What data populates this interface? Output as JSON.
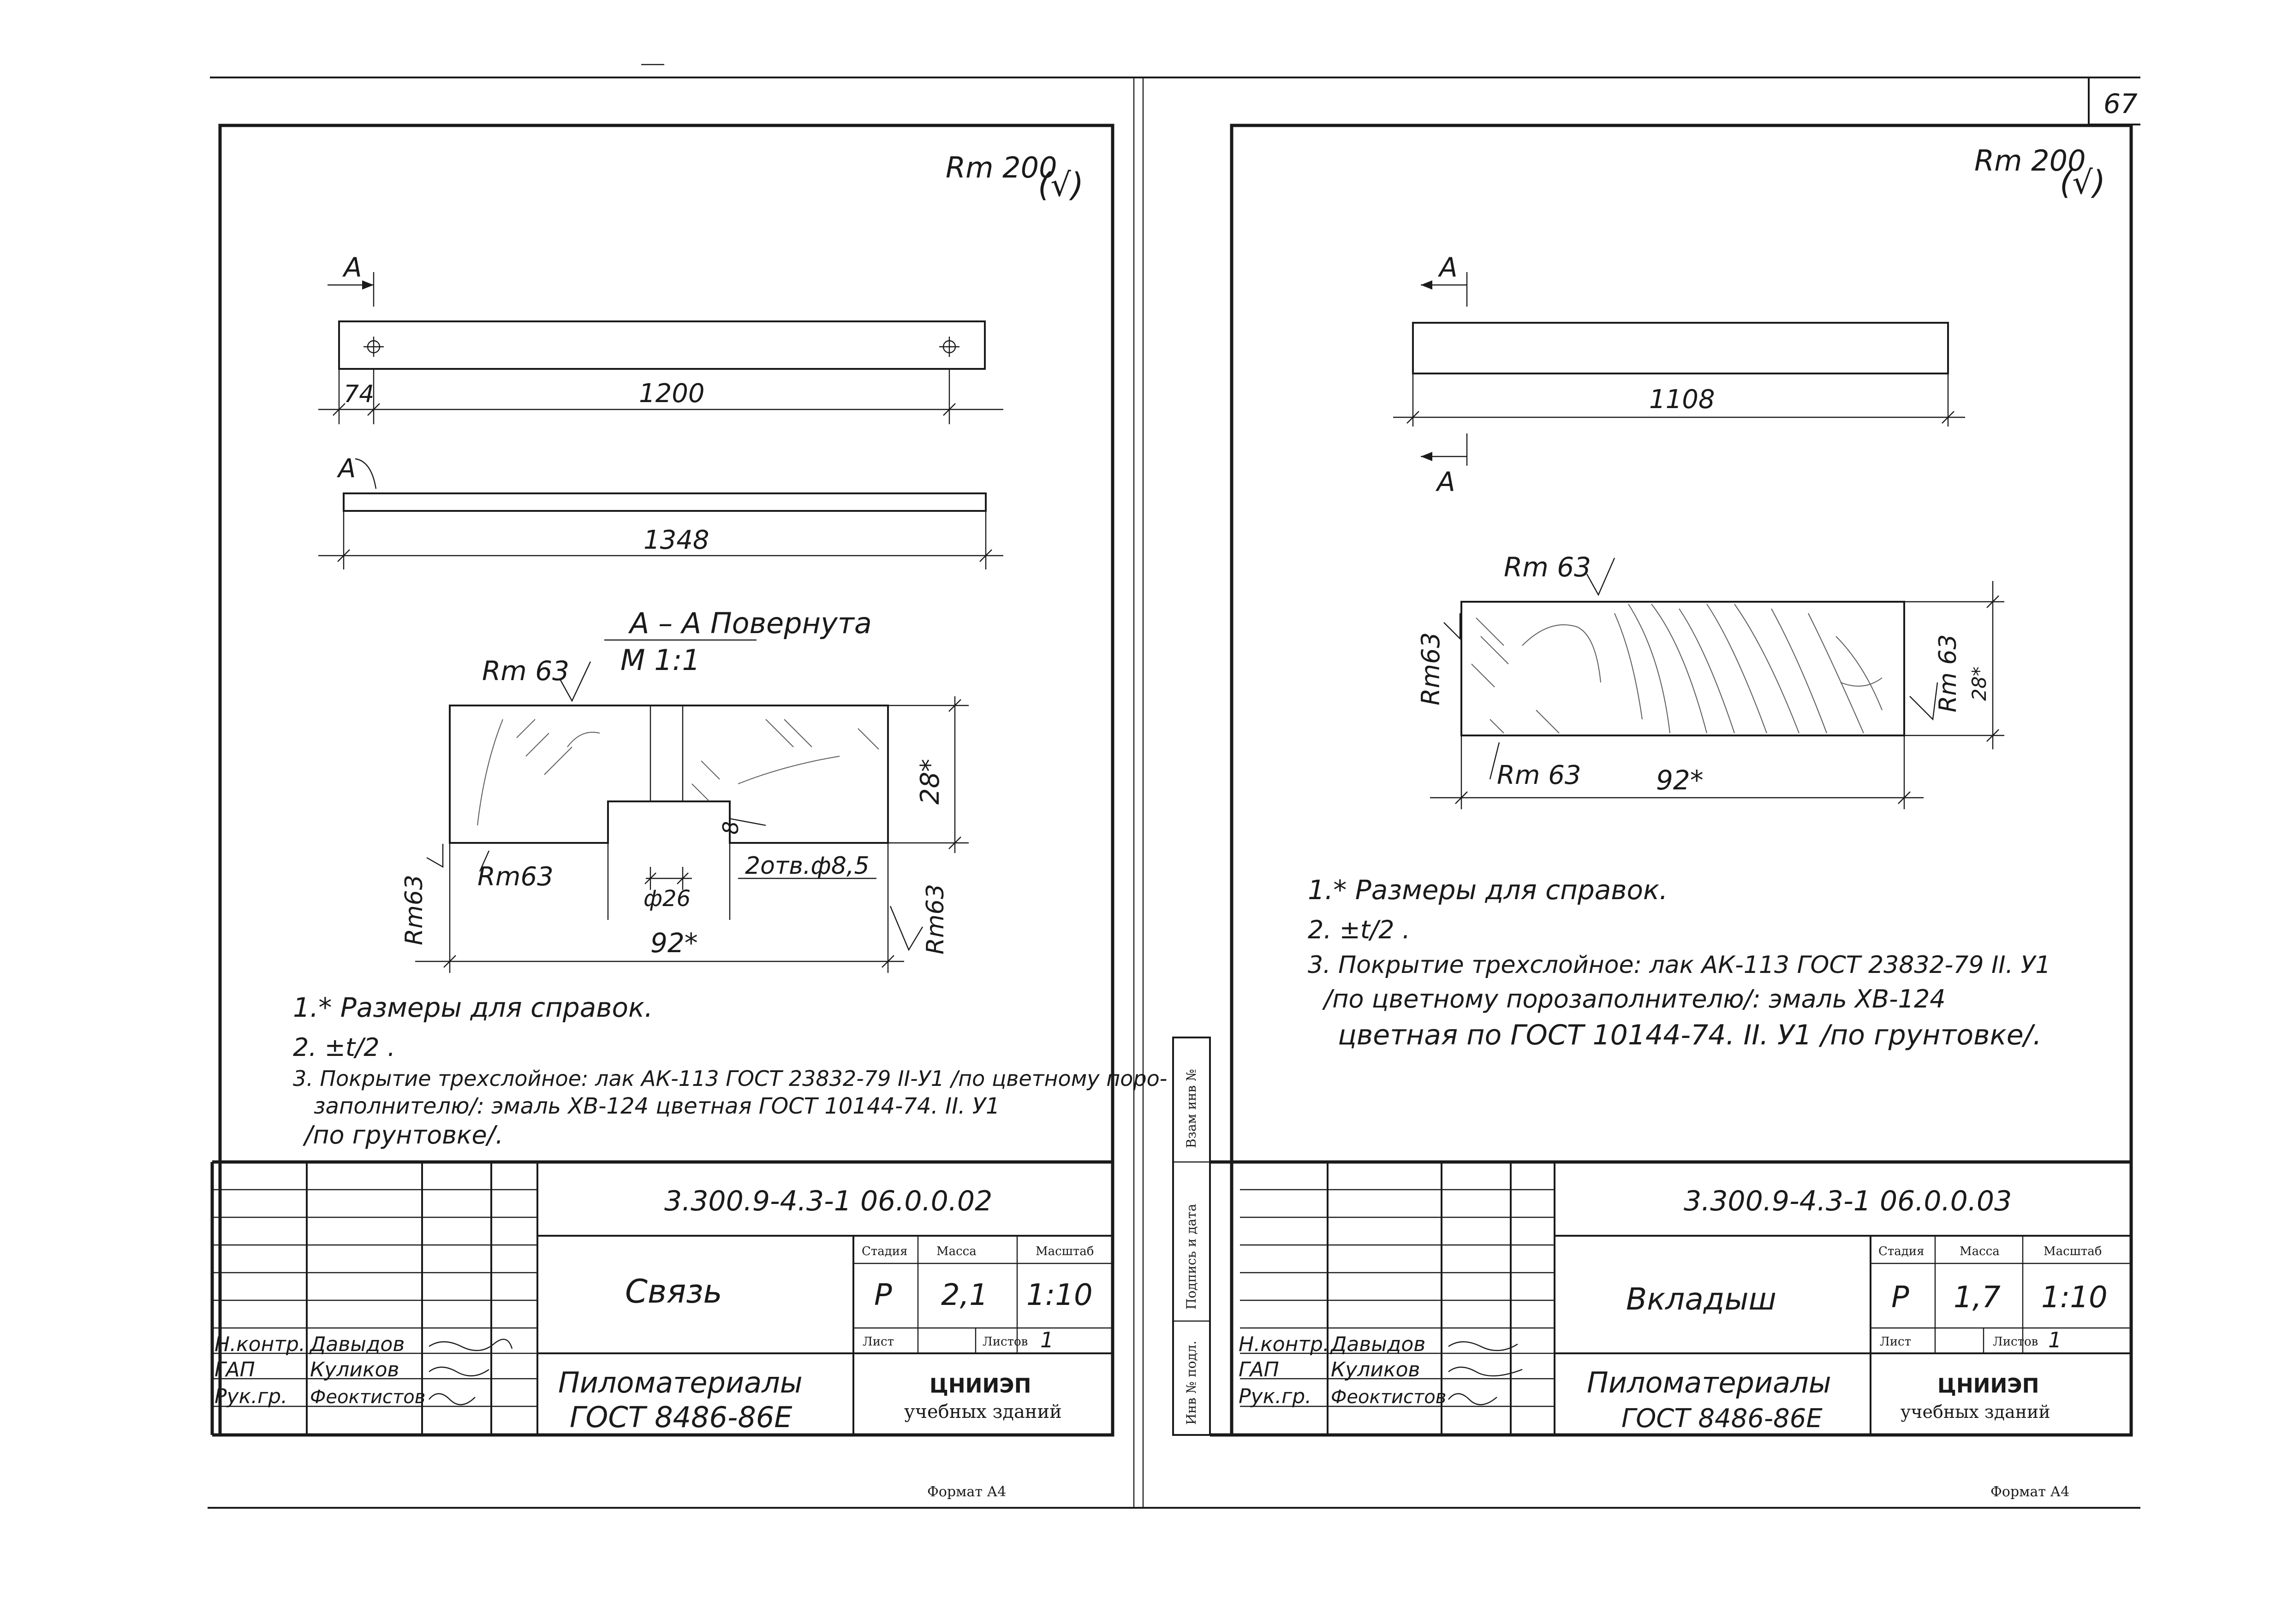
{
  "page_number": "67",
  "sheet_left": {
    "roughness": "Rm 200",
    "roughness_mark": "(√)",
    "section_mark": "А",
    "dim_hole_offset": "74",
    "dim_hole_spacing": "1200",
    "dim_total_length": "1348",
    "section_title": "А – А Повернута",
    "section_scale": "М 1:1",
    "rm63": "Rm 63",
    "rm63_lower": "Rm63",
    "rm63_side_left": "Rm63",
    "rm63_side_right": "Rm63",
    "dim_height": "28*",
    "dim_slot_depth": "8",
    "holes_note": "2отв.ф8,5",
    "dim_slot_width": "ф26",
    "dim_width": "92*",
    "notes": [
      "1.* Размеры для справок.",
      "2. ±t/2 .",
      "3. Покрытие трехслойное: лак АК-113 ГОСТ 23832-79 II-У1 /по цветному поро-",
      "заполнителю/: эмаль ХВ-124 цветная ГОСТ 10144-74. II. У1",
      "/по грунтовке/."
    ],
    "title_block": {
      "designation": "3.300.9-4.3-1 06.0.0.02",
      "name": "Связь",
      "stage_header": "Стадия",
      "mass_header": "Масса",
      "scale_header": "Масштаб",
      "stage": "Р",
      "mass": "2,1",
      "scale": "1:10",
      "sheet_label": "Лист",
      "sheets_label": "Листов",
      "sheets_value": "1",
      "material_line1": "Пиломатериалы",
      "material_line2": "ГОСТ 8486-86Е",
      "org_line1": "ЦНИИЭП",
      "org_line2": "учебных зданий",
      "roles": [
        "Н.контр.",
        "ГАП",
        "Рук.гр."
      ],
      "names": [
        "Давыдов",
        "Куликов",
        "Феоктистов"
      ]
    },
    "format": "Формат А4"
  },
  "sheet_right": {
    "roughness": "Rm 200",
    "roughness_mark": "(√)",
    "section_mark": "А",
    "dim_length": "1108",
    "rm63_top": "Rm 63",
    "rm63_left": "Rm63",
    "rm63_bottom": "Rm 63",
    "rm63_right": "Rm 63",
    "dim_height": "28*",
    "dim_width": "92*",
    "notes": [
      "1.* Размеры для справок.",
      "2. ±t/2 .",
      "3. Покрытие трехслойное: лак АК-113 ГОСТ 23832-79 II. У1",
      "/по цветному порозаполнителю/: эмаль ХВ-124",
      "цветная по ГОСТ 10144-74. II. У1 /по грунтовке/."
    ],
    "side_stamp": {
      "inv_no": "Инв № подл.",
      "signature_date": "Подпись и дата",
      "replaced_inv": "Взам инв №"
    },
    "title_block": {
      "designation": "3.300.9-4.3-1 06.0.0.03",
      "name": "Вкладыш",
      "stage_header": "Стадия",
      "mass_header": "Масса",
      "scale_header": "Масштаб",
      "stage": "Р",
      "mass": "1,7",
      "scale": "1:10",
      "sheet_label": "Лист",
      "sheets_label": "Листов",
      "sheets_value": "1",
      "material_line1": "Пиломатериалы",
      "material_line2": "ГОСТ 8486-86Е",
      "org_line1": "ЦНИИЭП",
      "org_line2": "учебных зданий",
      "roles": [
        "Н.контр.",
        "ГАП",
        "Рук.гр."
      ],
      "names": [
        "Давыдов",
        "Куликов",
        "Феоктистов"
      ]
    },
    "format": "Формат А4"
  }
}
